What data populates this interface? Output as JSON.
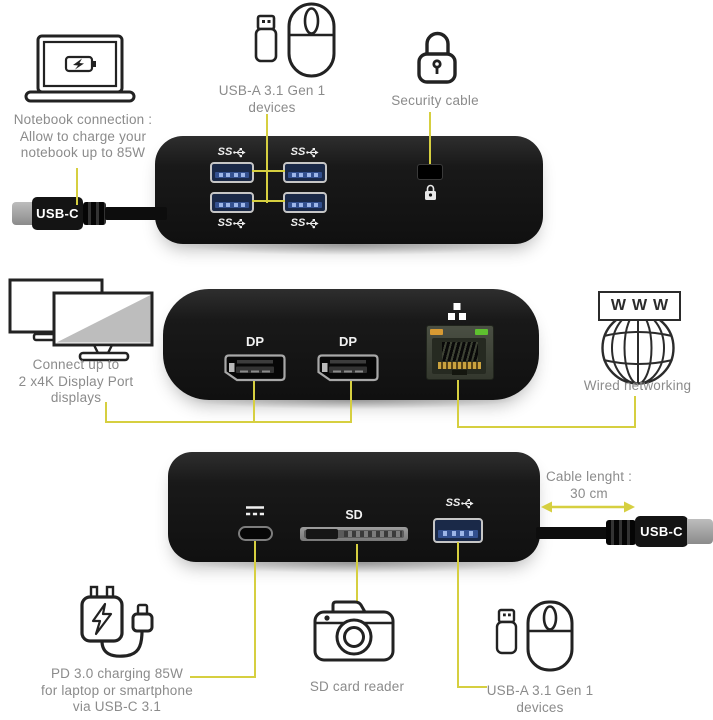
{
  "captions": {
    "notebook": [
      "Notebook connection :",
      "Allow to charge your",
      "notebook up to 85W"
    ],
    "usba_top": [
      "USB-A 3.1 Gen 1",
      "devices"
    ],
    "security": "Security cable",
    "displays": [
      "Connect up to",
      "2 x4K Display Port",
      "displays"
    ],
    "network": "Wired networking",
    "cable_length": [
      "Cable lenght :",
      "30 cm"
    ],
    "pd": [
      "PD 3.0 charging 85W",
      "for laptop or smartphone",
      "via USB-C 3.1"
    ],
    "sd_reader": "SD card reader",
    "usba_bottom": [
      "USB-A 3.1 Gen 1",
      "devices"
    ]
  },
  "port_labels": {
    "usb_c": "USB-C",
    "dp": "DP",
    "sd": "SD",
    "ss": "SS",
    "www": "WWW"
  },
  "colors": {
    "accent_yellow": "#d6cf40",
    "dock_black": "#161616",
    "caption_gray": "#8b8b8b",
    "usb_port_blue": "#33508f",
    "led_orange": "#d79a33",
    "led_green": "#5ec02f"
  }
}
